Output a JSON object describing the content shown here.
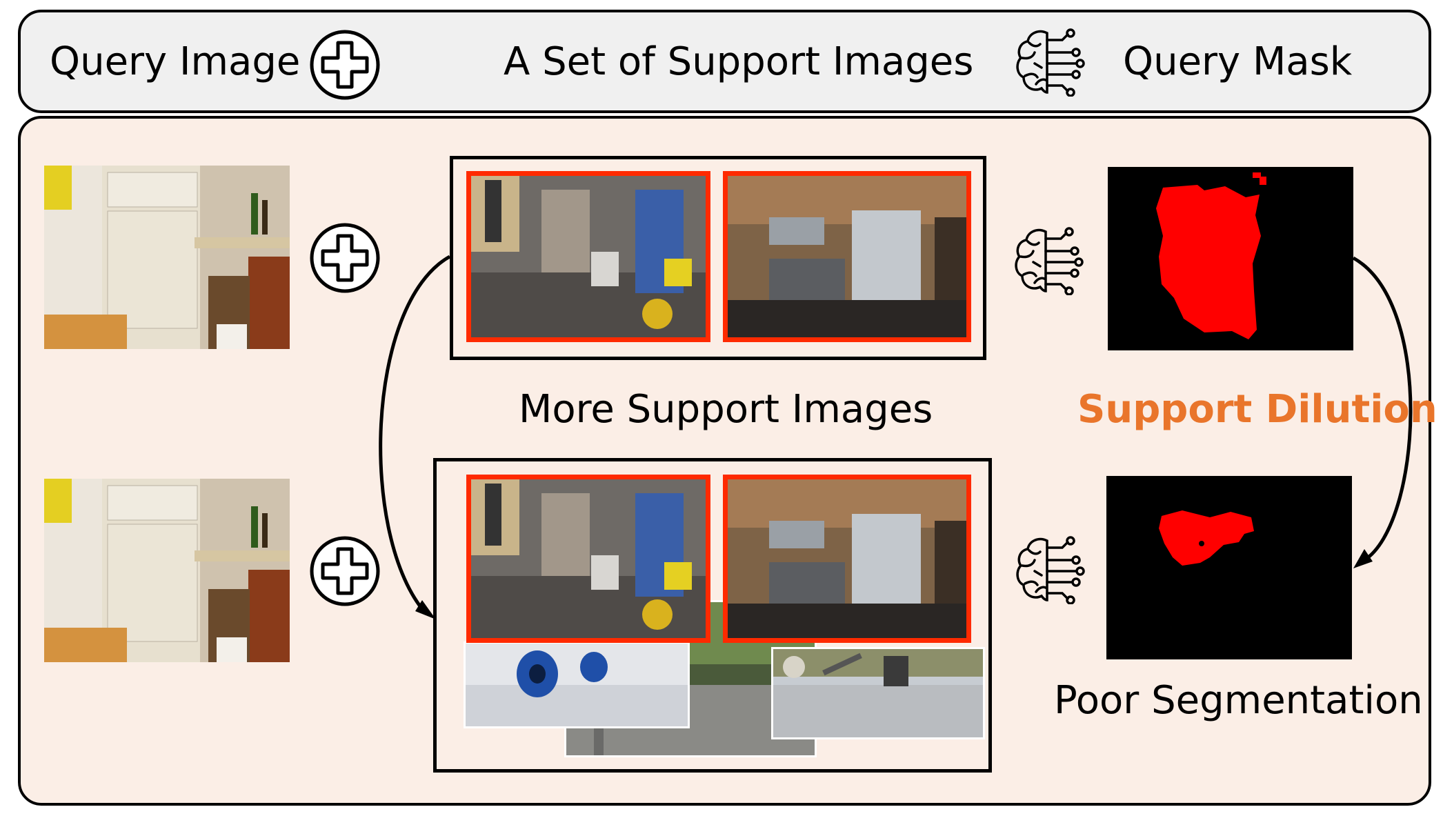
{
  "header": {
    "query_image_label": "Query Image",
    "support_set_label": "A Set of Support Images",
    "query_mask_label": "Query Mask"
  },
  "main": {
    "more_support_label": "More Support Images",
    "dilution_label": "Support Dilution",
    "poor_seg_label": "Poor Segmentation"
  },
  "icons": {
    "combine": "plus-circle-icon",
    "model": "brain-circuit-icon"
  },
  "colors": {
    "highlight_border": "#ff2a00",
    "mask_fill": "#ff0000",
    "accent_text": "#e9752b",
    "panel_background": "#fbeee6",
    "header_background": "#f0f0f0"
  }
}
